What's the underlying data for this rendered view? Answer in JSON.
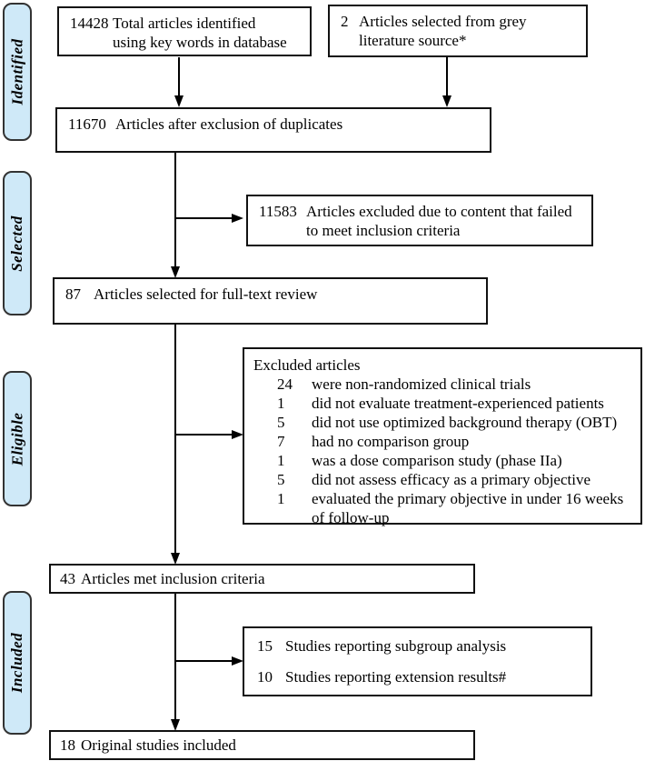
{
  "stages": [
    {
      "label": "Identified"
    },
    {
      "label": "Selected"
    },
    {
      "label": "Eligible"
    },
    {
      "label": "Included"
    }
  ],
  "boxes": {
    "total": {
      "count": "14428",
      "text": "Total articles identified\nusing key words in database"
    },
    "grey": {
      "count": "2",
      "text": "Articles selected from grey\nliterature source*"
    },
    "dedup": {
      "count": "11670",
      "text": "Articles after exclusion of duplicates"
    },
    "content_excluded": {
      "count": "11583",
      "text": "Articles excluded due to content that failed\nto meet inclusion criteria"
    },
    "fulltext": {
      "count": "87",
      "text": "Articles selected for full-text review"
    },
    "excluded": {
      "title": "Excluded articles",
      "reasons": [
        {
          "count": "24",
          "text": "were non-randomized clinical trials"
        },
        {
          "count": "1",
          "text": "did not evaluate treatment-experienced patients"
        },
        {
          "count": "5",
          "text": "did not use optimized background therapy (OBT)"
        },
        {
          "count": "7",
          "text": "had no comparison group"
        },
        {
          "count": "1",
          "text": "was a dose comparison study (phase IIa)"
        },
        {
          "count": "5",
          "text": "did not assess efficacy as a primary objective"
        },
        {
          "count": "1",
          "text": "evaluated the primary objective in under 16 weeks\nof follow-up"
        }
      ]
    },
    "met_criteria": {
      "count": "43",
      "text": "Articles met inclusion criteria"
    },
    "subgroup": {
      "items": [
        {
          "count": "15",
          "text": "Studies reporting subgroup analysis"
        },
        {
          "count": "10",
          "text": "Studies reporting extension results#"
        }
      ]
    },
    "included": {
      "count": "18",
      "text": "Original studies included"
    }
  },
  "colors": {
    "stage_fill": "#cfe9f8",
    "stage_border": "#333333",
    "box_border": "#111111",
    "arrow": "#000000",
    "background": "#ffffff"
  }
}
